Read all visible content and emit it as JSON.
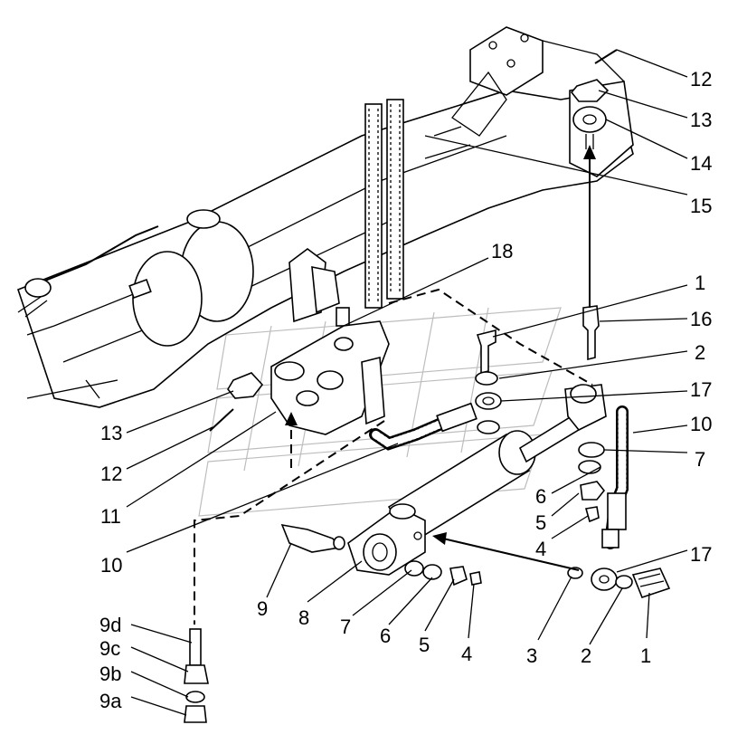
{
  "labels": {
    "l12a": "12",
    "l13a": "13",
    "l14": "14",
    "l15": "15",
    "l18": "18",
    "l1a": "1",
    "l16": "16",
    "l2a": "2",
    "l17a": "17",
    "l10a": "10",
    "l7a": "7",
    "l6a": "6",
    "l5a": "5",
    "l4a": "4",
    "l17b": "17",
    "l13b": "13",
    "l12b": "12",
    "l11": "11",
    "l10b": "10",
    "l9": "9",
    "l8": "8",
    "l7b": "7",
    "l6b": "6",
    "l5b": "5",
    "l4b": "4",
    "l3": "3",
    "l2b": "2",
    "l1b": "1",
    "l9d": "9d",
    "l9c": "9c",
    "l9b": "9b",
    "l9a": "9a"
  }
}
